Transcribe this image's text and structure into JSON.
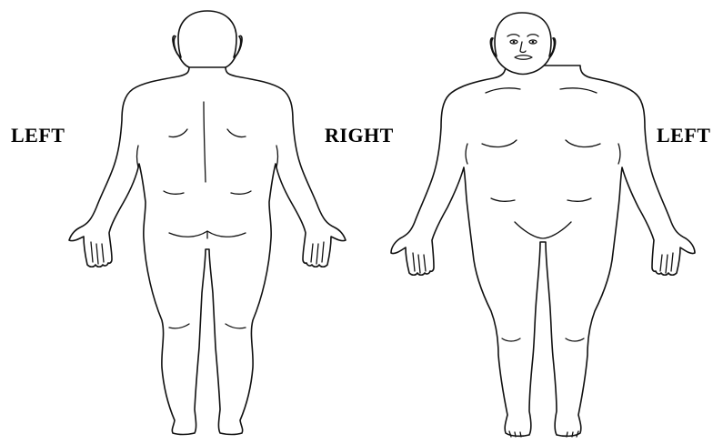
{
  "labels": {
    "back_view_side": "LEFT",
    "center_side": "RIGHT",
    "front_view_side": "LEFT"
  },
  "figures": [
    {
      "view": "back",
      "icon": "body-outline-back-icon"
    },
    {
      "view": "front",
      "icon": "body-outline-front-icon"
    }
  ],
  "colors": {
    "stroke": "#111111",
    "background": "#ffffff"
  }
}
